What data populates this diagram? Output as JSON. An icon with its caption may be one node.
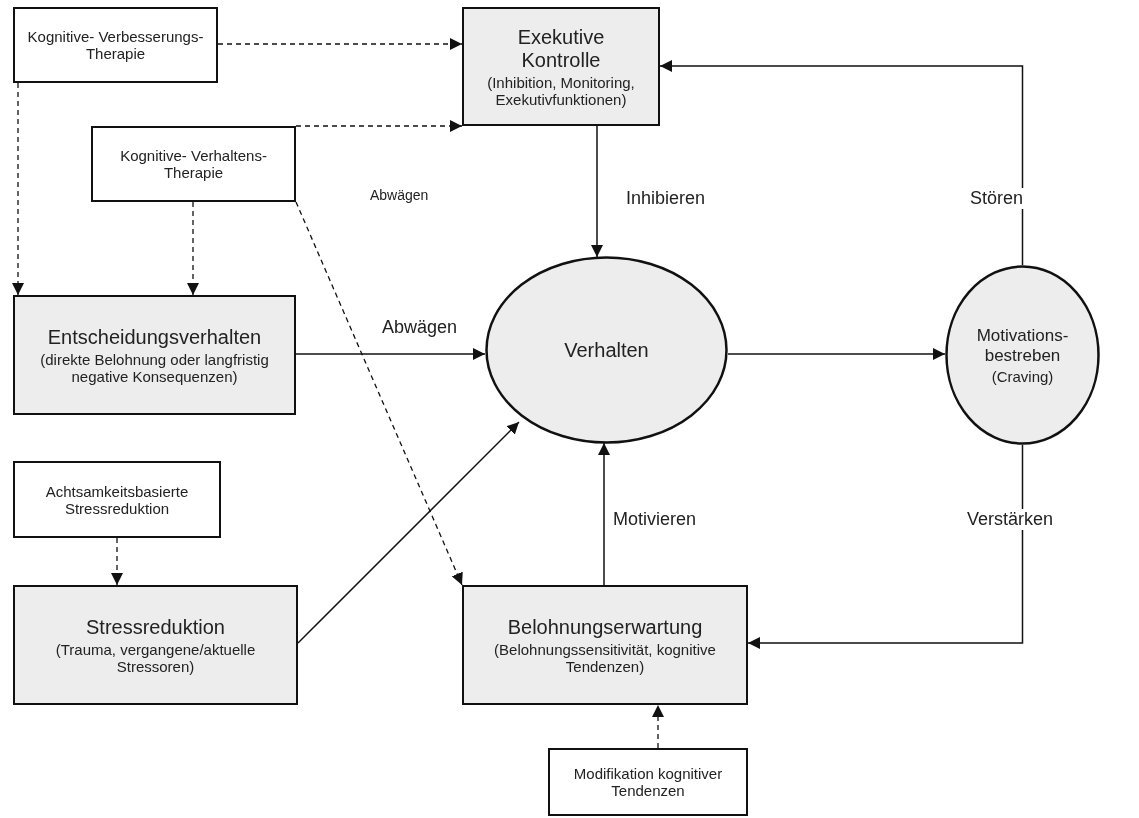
{
  "diagram": {
    "nodes": [
      {
        "text": [
          "Kognitive- Verbesserungs- Therapie"
        ]
      },
      {
        "text": [
          "Exekutive Kontrolle",
          "(Inhibition, Monitoring, Exekutivfunktionen)"
        ]
      },
      {
        "text": [
          "Kognitive- Verhaltens-Therapie"
        ]
      },
      {
        "text": [
          "Entscheidungsverhalten",
          "(direkte Belohnung oder langfristig negative Konsequenzen)"
        ]
      },
      {
        "text": [
          "Verhalten"
        ]
      },
      {
        "text": [
          "Motivations- bestreben",
          "(Craving)"
        ]
      },
      {
        "text": [
          "Achtsamkeitsbasierte Stressreduktion"
        ]
      },
      {
        "text": [
          "Stressreduktion",
          "(Trauma, vergangene/aktuelle Stressoren)"
        ]
      },
      {
        "text": [
          "Belohnungserwartung",
          "(Belohnungssensitivität, kognitive Tendenzen)"
        ]
      },
      {
        "text": [
          "Modifikation kognitiver Tendenzen"
        ]
      }
    ],
    "edges": [
      {
        "from": 0,
        "to": 1,
        "arrow": "to",
        "style": "dashed"
      },
      {
        "from": 2,
        "to": 1,
        "arrow": "to",
        "style": "dashed"
      },
      {
        "from": 0,
        "to": 3,
        "arrow": "to",
        "style": "dashed"
      },
      {
        "from": 2,
        "to": 3,
        "arrow": "to",
        "style": "dashed"
      },
      {
        "from": 2,
        "to": 8,
        "arrow": "to",
        "style": "dashed"
      },
      {
        "from": 1,
        "to": 4,
        "arrow": "to",
        "label": "Inhibieren"
      },
      {
        "from": 3,
        "to": 4,
        "arrow": "to",
        "label": "Abwägen"
      },
      {
        "from": 7,
        "to": 4,
        "arrow": "to"
      },
      {
        "from": 8,
        "to": 4,
        "arrow": "to",
        "label": "Motivieren"
      },
      {
        "from": 4,
        "to": 5,
        "arrow": "to"
      },
      {
        "from": 5,
        "to": 1,
        "arrow": "to",
        "label": "Stören"
      },
      {
        "from": 5,
        "to": 8,
        "arrow": "to",
        "label": "Verstärken"
      },
      {
        "from": 9,
        "to": 8,
        "arrow": "to",
        "style": "dashed"
      },
      {
        "from": 6,
        "to": 7,
        "arrow": "to",
        "style": "dashed"
      }
    ],
    "labels": [
      "Abwägen"
    ]
  }
}
